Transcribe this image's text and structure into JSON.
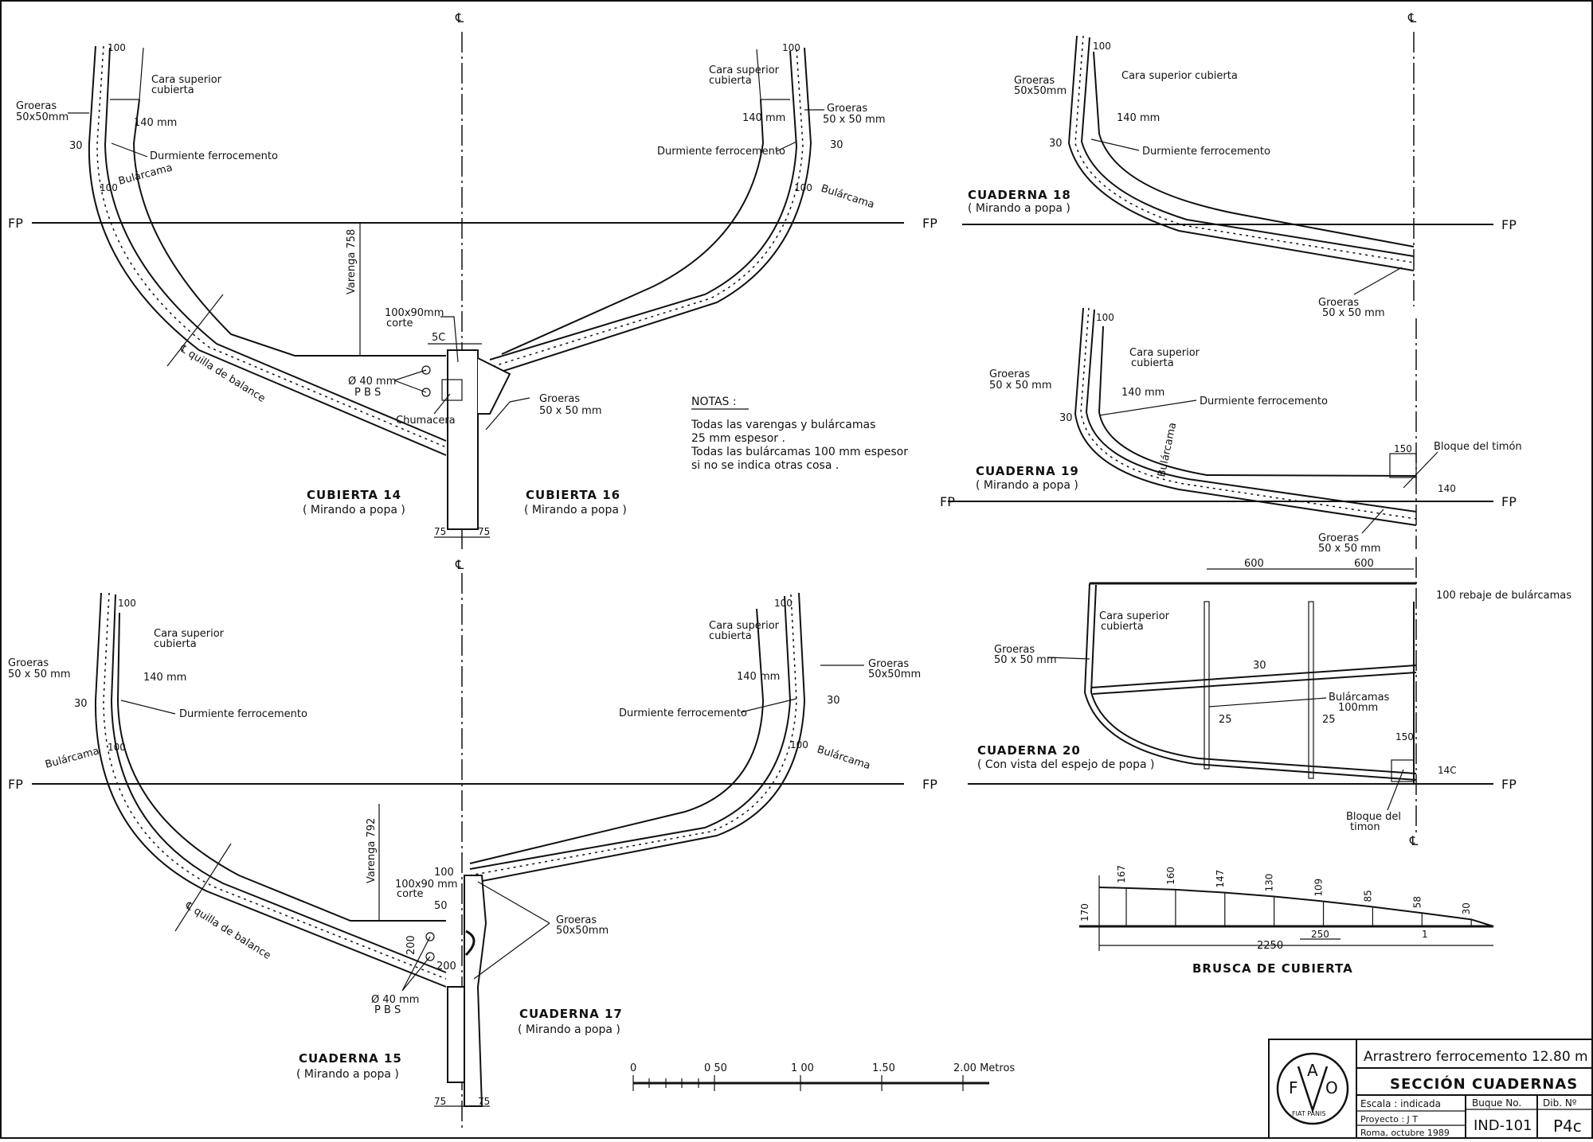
{
  "drawing": {
    "centerline_symbol": "℄",
    "fp_label": "FP",
    "common": {
      "groeras": "Groeras",
      "groeras_size": "50x50mm",
      "groeras_size_sp": "50 x 50 mm",
      "cara_superior_1": "Cara superior",
      "cara_superior_2": "cubierta",
      "cara_superior_full": "Cara superior cubierta",
      "durmiente": "Durmiente ferrocemento",
      "durmiente_1": "Durmiente",
      "durmiente_2": "ferrocemento",
      "bularcama": "Bulárcama",
      "dim_100": "100",
      "dim_140": "140 mm",
      "dim_30": "30",
      "dim_75": "75"
    },
    "section_top_left": {
      "title": "CUBIERTA 14",
      "subtitle": "( Mirando a popa )",
      "varenga": "Varenga 758",
      "corte_1": "100x90mm",
      "corte_2": "corte",
      "dim_50": "5C",
      "pbs_1": "Ø 40 mm",
      "pbs_2": "P B S",
      "chumacera": "Chumacera",
      "quilla": "℄ quilla de balance"
    },
    "section_top_right": {
      "title": "CUBIERTA 16",
      "subtitle": "( Mirando a popa )"
    },
    "section_bottom_left": {
      "title": "CUADERNA 15",
      "subtitle": "( Mirando a popa )",
      "varenga": "Varenga 792",
      "corte_1": "100x90 mm",
      "corte_2": "corte",
      "dim_50": "50",
      "dim_200a": "200",
      "dim_200b": "200",
      "pbs_1": "Ø 40 mm",
      "pbs_2": "P B S",
      "quilla": "℄ quilla de balance"
    },
    "section_bottom_right": {
      "title": "CUADERNA 17",
      "subtitle": "( Mirando a popa )",
      "dim_100": "100"
    },
    "cuaderna_18": {
      "title": "CUADERNA 18",
      "subtitle": "( Mirando a popa )"
    },
    "cuaderna_19": {
      "title": "CUADERNA 19",
      "subtitle": "( Mirando a popa )",
      "bloque": "Bloque del timón",
      "dim_150": "150",
      "dim_140": "140"
    },
    "cuaderna_20": {
      "title": "CUADERNA 20",
      "subtitle": "( Con vista del espejo de popa )",
      "dim_600a": "600",
      "dim_600b": "600",
      "rebaje": "100 rebaje de bulárcamas",
      "dim_30": "30",
      "dim_25a": "25",
      "dim_25b": "25",
      "bularcamas_1": "Bulárcamas",
      "bularcamas_2": "100mm",
      "dim_150": "150",
      "dim_140": "14C",
      "bloque_1": "Bloque del",
      "bloque_2": "timon"
    },
    "notes": {
      "heading": "NOTAS :",
      "lines": [
        "Todas las varengas y bulárcamas",
        "25 mm espesor .",
        "Todas las bulárcamas 100 mm espesor",
        "si no se indica otras cosa ."
      ]
    },
    "brusca": {
      "title": "BRUSCA DE CUBIERTA",
      "total_height": "170",
      "ordinates": [
        "167",
        "160",
        "147",
        "130",
        "109",
        "85",
        "58",
        "30"
      ],
      "spacing": "250",
      "total_length": "2250",
      "end": "1"
    },
    "scale_bar": {
      "labels": [
        "0",
        "0 50",
        "1 00",
        "1.50",
        "2.00 Metros"
      ]
    }
  },
  "title_block": {
    "logo_letters": [
      "F",
      "A",
      "O"
    ],
    "logo_motto": "FIAT PANIS",
    "project": "Arrastrero ferrocemento 12.80 m",
    "sheet_title": "SECCIÓN CUADERNAS",
    "escala": "Escala : indicada",
    "proyecto": "Proyecto : J T",
    "fecha": "Roma, octubre 1989",
    "buque_label": "Buque No.",
    "buque_value": "IND-101",
    "dib_label": "Dib. Nº",
    "dib_value": "P4c"
  }
}
